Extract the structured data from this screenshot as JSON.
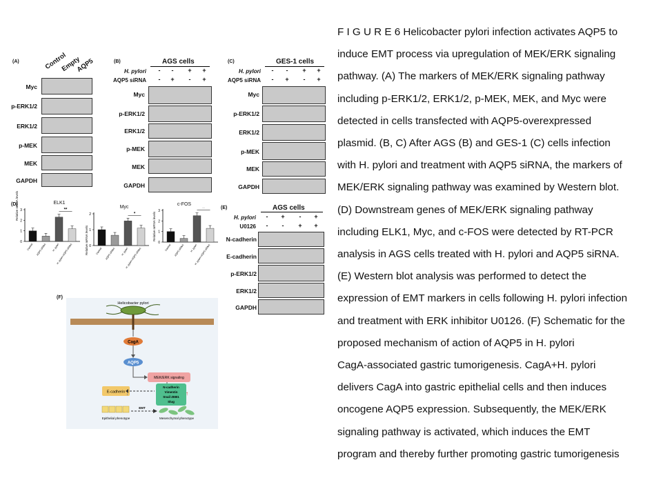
{
  "figure": {
    "panel_a": {
      "label": "(A)",
      "columns": [
        "Control",
        "Empty",
        "AQP5"
      ],
      "rows": [
        "Myc",
        "p-ERK1/2",
        "ERK1/2",
        "p-MEK",
        "MEK",
        "GAPDH"
      ]
    },
    "panel_b": {
      "label": "(B)",
      "title": "AGS cells",
      "conditions": [
        {
          "name": "H. pylori",
          "signs": [
            "-",
            "-",
            "+",
            "+"
          ]
        },
        {
          "name": "AQP5 siRNA",
          "signs": [
            "-",
            "+",
            "-",
            "+"
          ]
        }
      ],
      "rows": [
        "Myc",
        "p-ERK1/2",
        "ERK1/2",
        "p-MEK",
        "MEK",
        "GAPDH"
      ]
    },
    "panel_c": {
      "label": "(C)",
      "title": "GES-1 cells",
      "conditions": [
        {
          "name": "H. pylori",
          "signs": [
            "-",
            "-",
            "+",
            "+"
          ]
        },
        {
          "name": "AQP5 siRNA",
          "signs": [
            "-",
            "+",
            "-",
            "+"
          ]
        }
      ],
      "rows": [
        "Myc",
        "p-ERK1/2",
        "ERK1/2",
        "p-MEK",
        "MEK",
        "GAPDH"
      ]
    },
    "panel_d": {
      "label": "(D)",
      "ylabel": "Relative mRNA levels",
      "xcategories": [
        "Control",
        "AQP5 siRNA",
        "H. pylori",
        "H. pylori+AQP5 siRNA"
      ],
      "charts": [
        {
          "title": "ELK1",
          "yticks": [
            "0",
            "1",
            "2",
            "3"
          ],
          "values": [
            1.0,
            0.5,
            2.3,
            1.2
          ],
          "sig": "**"
        },
        {
          "title": "Myc",
          "yticks": [
            "0",
            "1",
            "2"
          ],
          "values": [
            1.0,
            0.65,
            1.55,
            1.1
          ],
          "sig": "*"
        },
        {
          "title": "c-FOS",
          "yticks": [
            "0",
            "1",
            "2",
            "3"
          ],
          "values": [
            1.0,
            0.35,
            2.5,
            1.3
          ],
          "sig": "**"
        }
      ]
    },
    "panel_e": {
      "label": "(E)",
      "title": "AGS cells",
      "conditions": [
        {
          "name": "H. pylori",
          "signs": [
            "-",
            "+",
            "-",
            "+"
          ]
        },
        {
          "name": "U0126",
          "signs": [
            "-",
            "-",
            "+",
            "+"
          ]
        }
      ],
      "rows": [
        "N-cadherin",
        "E-cadherin",
        "p-ERK1/2",
        "ERK1/2",
        "GAPDH"
      ]
    },
    "panel_f": {
      "label": "(F)",
      "bacterium": "Helicobacter pylori",
      "cagA": "CagA",
      "aqp5": "AQP5",
      "mek_erk": "MEK/ERK signaling",
      "ecad": "E-cadherin",
      "mesenchymal_markers": [
        "N-cadherin",
        "Vimentin",
        "Snail ZEB1",
        "Slug"
      ],
      "emt": "EMT",
      "epithelial": "Epithelial phenotype",
      "mesenchymal": "Mesenchymal phenotype"
    }
  },
  "caption": [
    "F I G U R E 6 Helicobacter pylori infection activates AQP5 to",
    "induce EMT process via upregulation of MEK/ERK signaling",
    "pathway. (A) The markers of MEK/ERK signaling pathway",
    "including p-ERK1/2, ERK1/2, p-MEK, MEK, and Myc were",
    "detected in cells transfected with AQP5-overexpressed",
    "plasmid. (B, C) After AGS (B) and GES-1 (C) cells infection",
    "with H. pylori and treatment with AQP5 siRNA, the markers of",
    "MEK/ERK signaling pathway was examined by Western blot.",
    "(D) Downstream genes of MEK/ERK signaling pathway",
    "including ELK1, Myc, and c-FOS were detected by RT-PCR",
    "analysis in AGS cells treated with H. pylori and AQP5 siRNA.",
    "(E) Western blot analysis was performed to detect the",
    "expression of EMT markers in cells following H. pylori infection",
    "and treatment with ERK inhibitor U0126. (F) Schematic for the",
    "proposed mechanism of action of AQP5 in H. pylori",
    "CagA-associated gastric tumorigenesis. CagA+H. pylori",
    "delivers CagA into gastric epithelial cells and then induces",
    "oncogene AQP5 expression. Subsequently, the MEK/ERK",
    "signaling pathway is activated, which induces the EMT",
    "program and thereby further promoting gastric tumorigenesis"
  ]
}
